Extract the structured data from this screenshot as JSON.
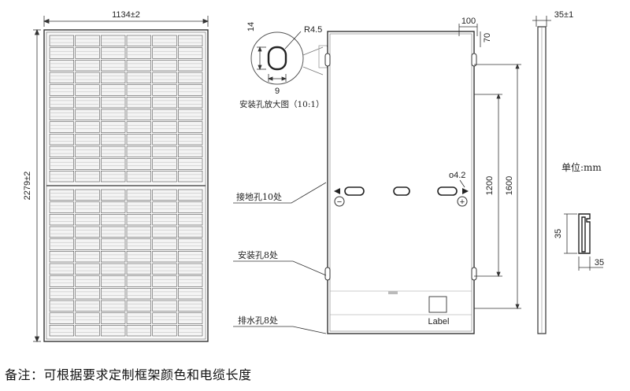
{
  "front_view": {
    "width_label": "1134±2",
    "height_label": "2279±2",
    "cell_columns": 6,
    "cell_rows_per_half": 12
  },
  "detail": {
    "radius_label": "R4.5",
    "height_label": "14",
    "width_label": "9",
    "caption": "安装孔放大图（10:1）"
  },
  "back_view": {
    "top_dim_1": "100",
    "top_dim_2": "70",
    "span_inner": "1200",
    "span_outer": "1600",
    "hole_dia": "o4.2",
    "ground_holes": "接地孔10处",
    "mount_holes": "安装孔8处",
    "drain_holes": "排水孔8处",
    "label_box": "Label",
    "minus_sign": "−",
    "plus_sign": "+"
  },
  "side_view": {
    "thickness_label": "35±1",
    "unit_label": "单位:mm",
    "profile_height": "35",
    "profile_width": "35"
  },
  "footer_note": "备注：可根据要求定制框架颜色和电缆长度"
}
